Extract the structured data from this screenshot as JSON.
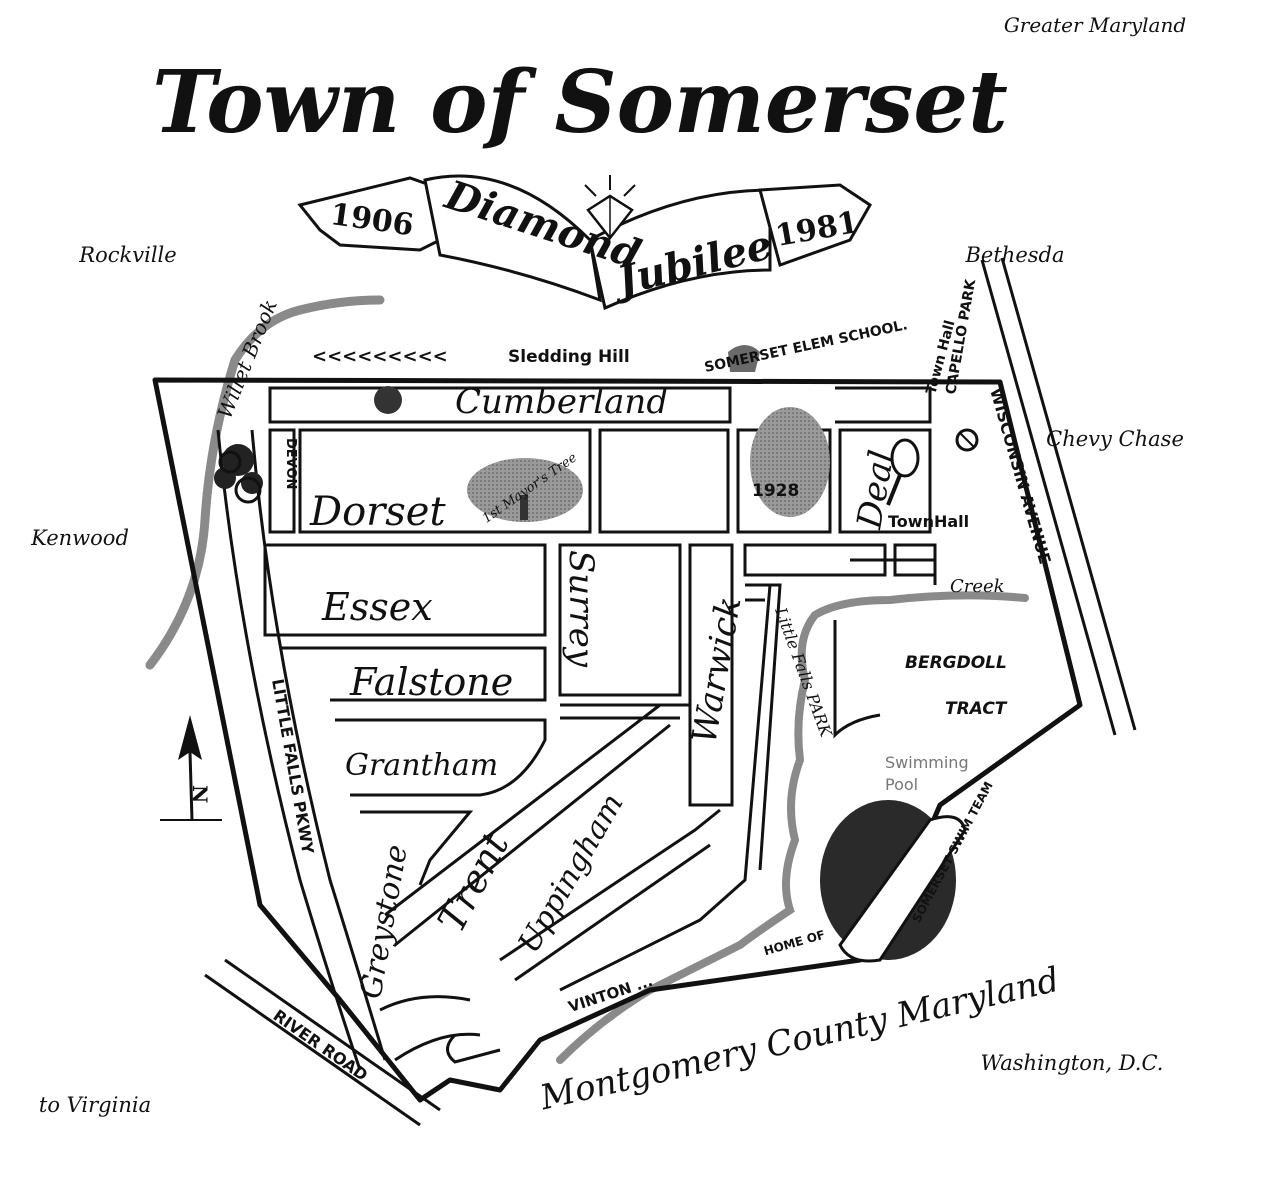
{
  "title": "Town of Somerset",
  "banner": {
    "year_start": "1906",
    "word1": "Diamond",
    "word2": "Jubilee",
    "year_end": "1981"
  },
  "surroundings": {
    "greater": "Greater Maryland",
    "rockville": "Rockville",
    "bethesda": "Bethesda",
    "chevy_chase": "Chevy Chase",
    "kenwood": "Kenwood",
    "virginia": "to Virginia",
    "washington": "Washington, D.C.",
    "county": "Montgomery County Maryland"
  },
  "features": {
    "willet_brook": "Willet Brook",
    "sledding_hill": "Sledding Hill",
    "school": "SOMERSET ELEM SCHOOL.",
    "school_year": "1928",
    "first_mayor": "1st Mayor's Tree",
    "town_hall_vertical": "Town Hall",
    "town_hall": "TownHall",
    "capello_park": "CAPELLO PARK",
    "creek": "Creek",
    "little_falls_park": "Little Falls PARK",
    "bergdoll": "BERGDOLL",
    "tract": "TRACT",
    "pool1": "Swimming",
    "pool2": "Pool",
    "swim_team": "SOMERSET SWIM TEAM",
    "home_of": "HOME OF",
    "little_falls_pkwy": "LITTLE FALLS PKWY",
    "wisconsin": "WISCONSIN AVENUE",
    "river_road": "RIVER ROAD",
    "north": "N"
  },
  "streets": {
    "cumberland": "Cumberland",
    "devon": "DEVON",
    "dorset": "Dorset",
    "essex": "Essex",
    "falstone": "Falstone",
    "surrey": "Surrey",
    "warwick": "Warwick",
    "deal": "Deal",
    "grantham": "Grantham",
    "greystone": "Greystone",
    "trent": "Trent",
    "uppingham": "Uppingham",
    "vinton": "VINTON ..."
  }
}
